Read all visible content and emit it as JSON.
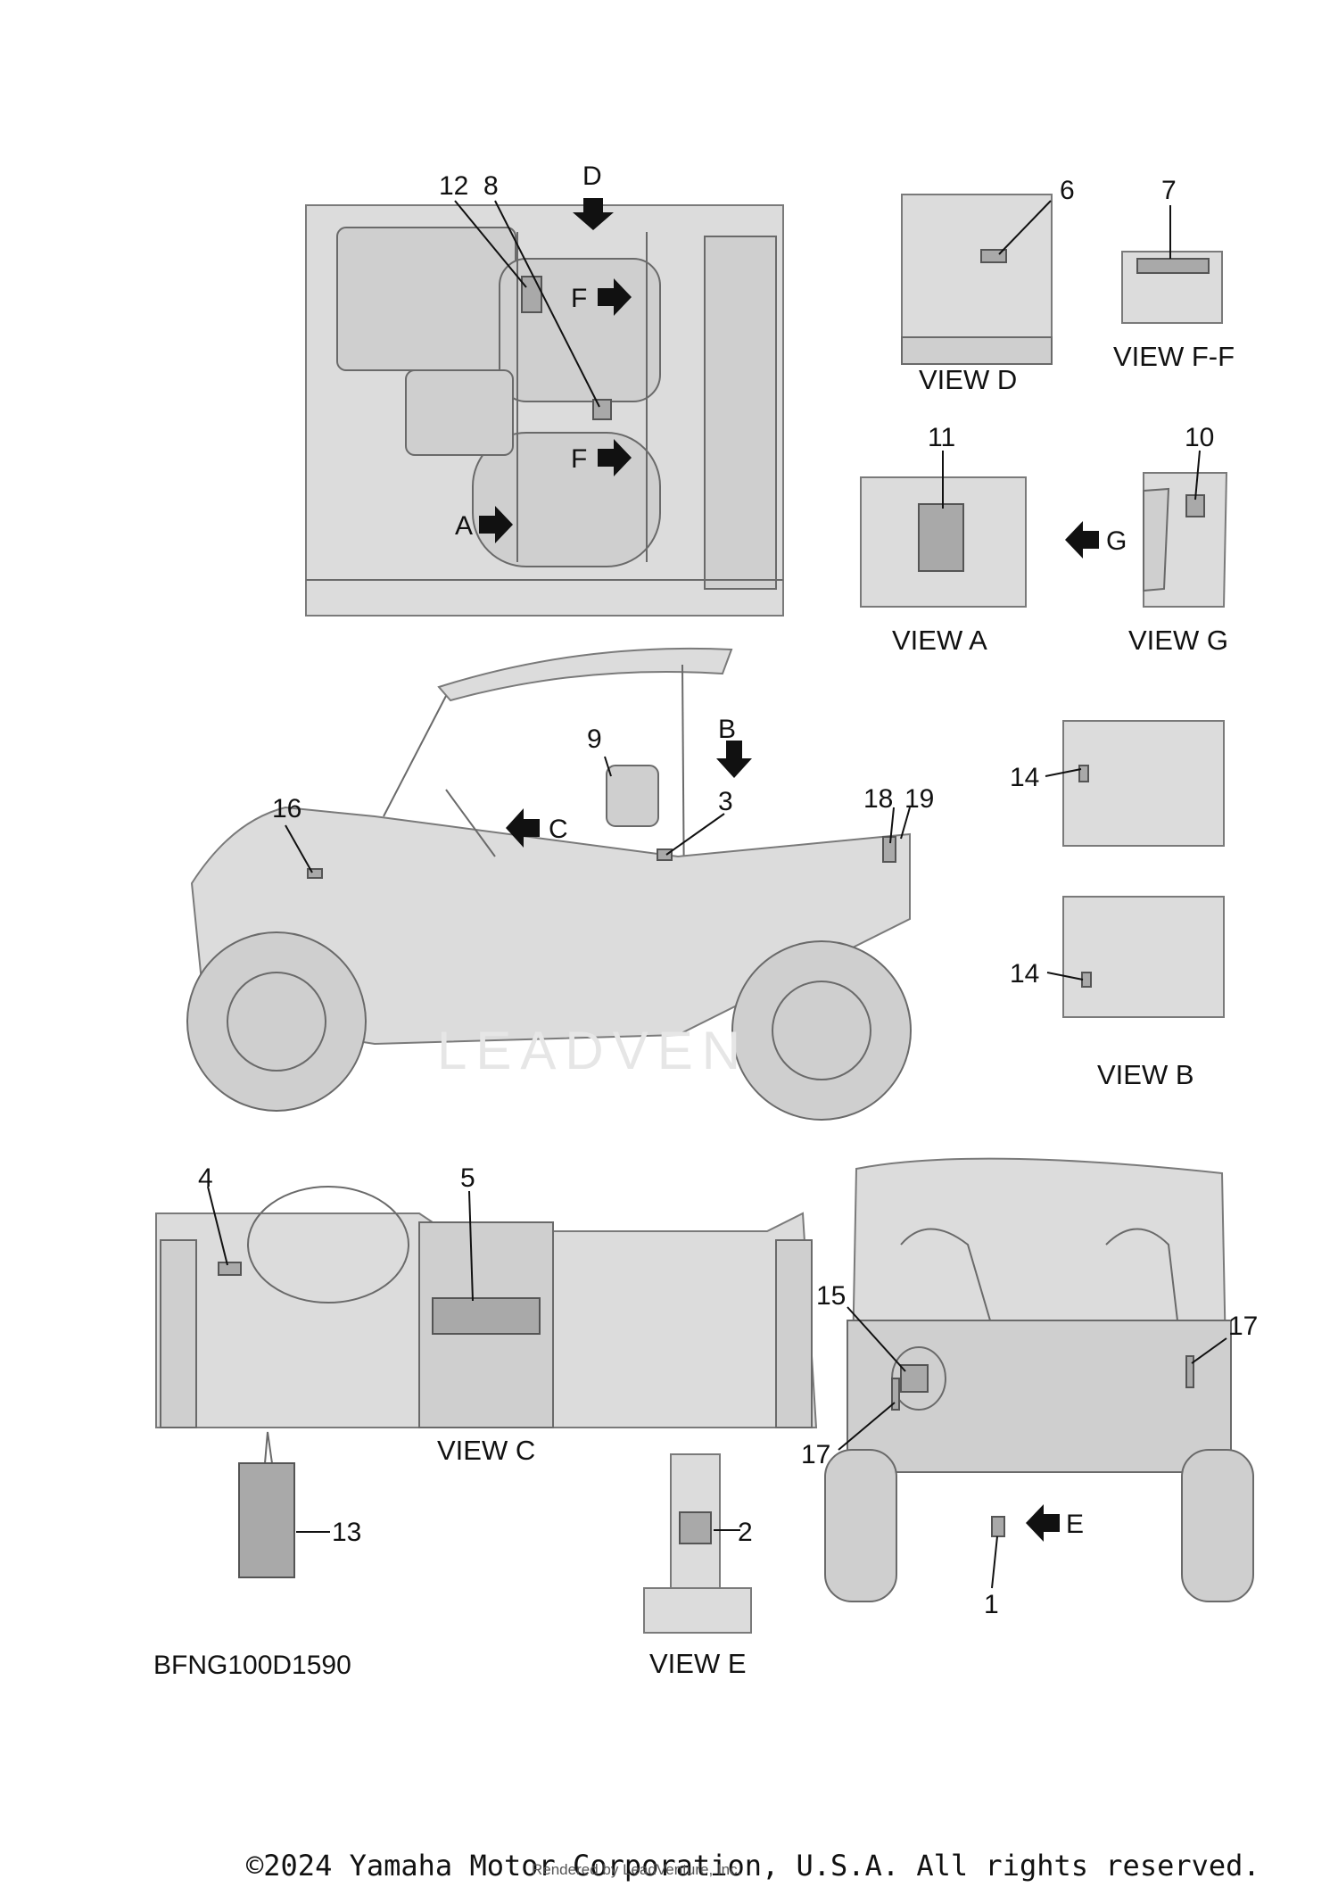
{
  "diagram": {
    "callouts": [
      "1",
      "2",
      "3",
      "4",
      "5",
      "6",
      "7",
      "8",
      "9",
      "10",
      "11",
      "12",
      "13",
      "14",
      "15",
      "16",
      "17",
      "18",
      "19"
    ],
    "view_markers": [
      "A",
      "B",
      "C",
      "D",
      "E",
      "F",
      "G"
    ],
    "views": {
      "d": "VIEW D",
      "ff": "VIEW F-F",
      "a": "VIEW A",
      "g": "VIEW G",
      "b": "VIEW B",
      "c": "VIEW C",
      "e": "VIEW E"
    },
    "part_code": "BFNG100D1590",
    "watermark": "LEADVEN"
  },
  "footer": {
    "copyright": "©2024 Yamaha Motor Corporation, U.S.A. All rights reserved.",
    "rendered_by": "Rendered by LeadVenture, Inc."
  }
}
